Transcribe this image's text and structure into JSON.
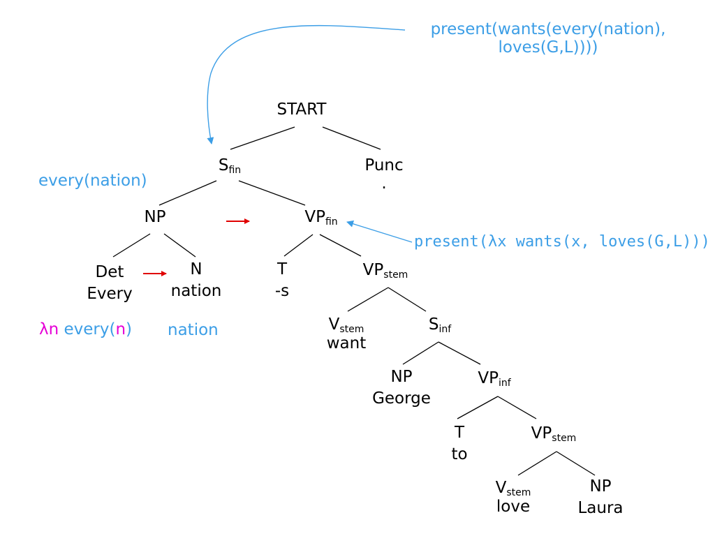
{
  "colors": {
    "semantics": "#3c9ee6",
    "lambda_var": "#e600d6",
    "arrow_red": "#e00000",
    "tree": "#000000"
  },
  "tree": {
    "start": "START",
    "s_fin": {
      "base": "S",
      "sub": "fin"
    },
    "punc": {
      "label": "Punc",
      "word": "."
    },
    "np": "NP",
    "vp_fin": {
      "base": "VP",
      "sub": "fin"
    },
    "det": {
      "label": "Det",
      "word": "Every"
    },
    "n": {
      "label": "N",
      "word": "nation"
    },
    "t1": {
      "label": "T",
      "word": "-s"
    },
    "vp_stem1": {
      "base": "VP",
      "sub": "stem"
    },
    "v_stem1": {
      "base": "V",
      "sub": "stem",
      "word": "want"
    },
    "s_inf": {
      "base": "S",
      "sub": "inf"
    },
    "np_george": {
      "label": "NP",
      "word": "George"
    },
    "vp_inf": {
      "base": "VP",
      "sub": "inf"
    },
    "t2": {
      "label": "T",
      "word": "to"
    },
    "vp_stem2": {
      "base": "VP",
      "sub": "stem"
    },
    "v_stem2": {
      "base": "V",
      "sub": "stem",
      "word": "love"
    },
    "np_laura": {
      "label": "NP",
      "word": "Laura"
    }
  },
  "semantics": {
    "top_line1": "present(wants(every(nation),",
    "top_line2": "loves(G,L))))",
    "s_fin": "every(nation)",
    "vp_fin": "present(λx wants(x, loves(G,L)))",
    "det_lambda": "λn",
    "det_body_open": "every(",
    "det_var": "n",
    "det_body_close": ")",
    "n": "nation"
  }
}
